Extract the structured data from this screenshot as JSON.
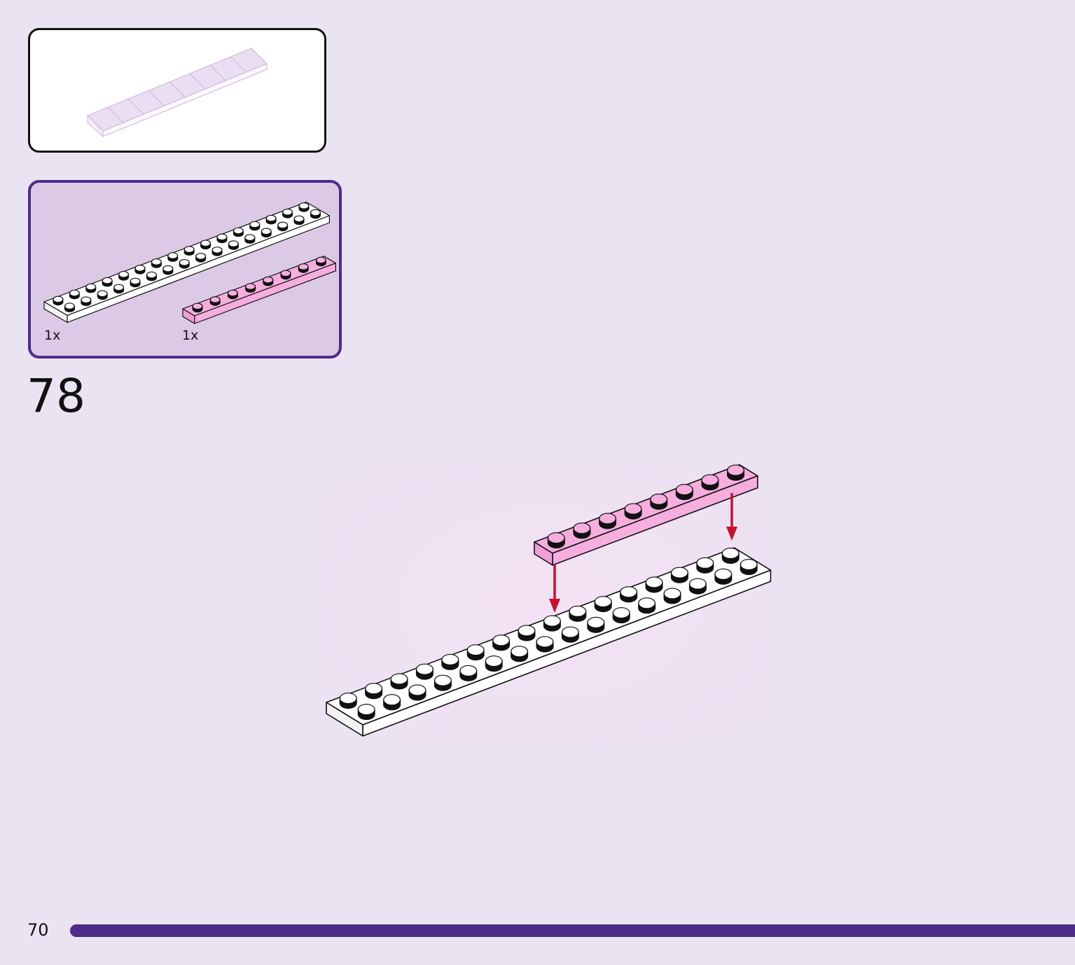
{
  "colors": {
    "page_bg": "#EAE3F2",
    "accent": "#4E2C8A",
    "parts_bg": "#DCC9E6",
    "white_plate": "#FFFFFF",
    "pink_plate": "#F6AEDF",
    "arrow": "#C8102E",
    "preview_part": "#EBDDF2"
  },
  "preview": {
    "part": "curved-slope-tile-icon"
  },
  "parts_list": [
    {
      "qty": "1x",
      "icon": "white-plate-2x16-icon",
      "color": "#FFFFFF"
    },
    {
      "qty": "1x",
      "icon": "pink-plate-1x8-icon",
      "color": "#F6AEDF"
    }
  ],
  "step": {
    "number": "78"
  },
  "page": {
    "number": "70"
  }
}
